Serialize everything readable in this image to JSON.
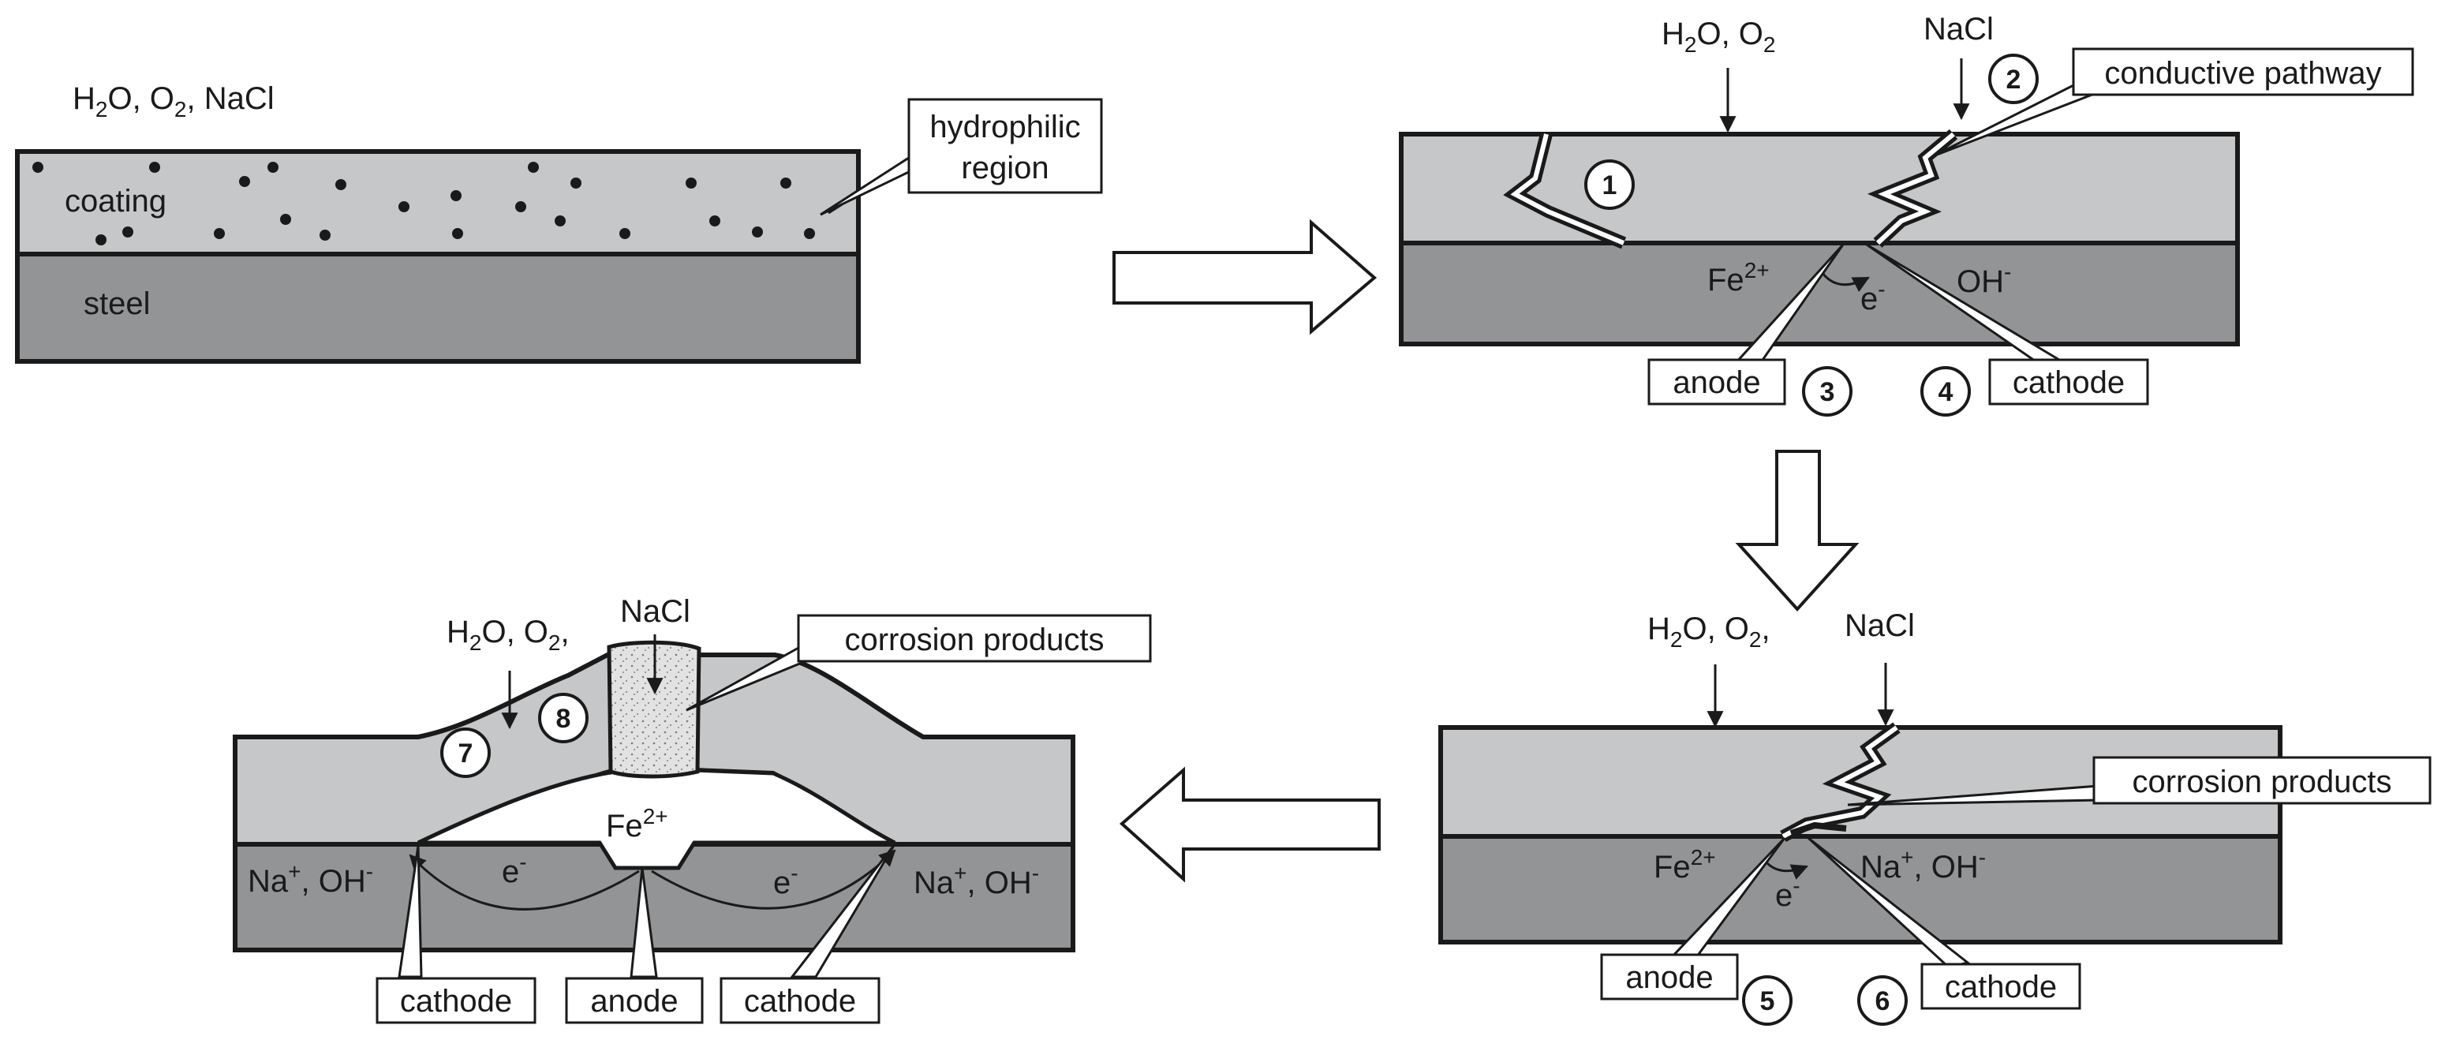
{
  "colors": {
    "coating": "#c5c7c9",
    "steel": "#939496",
    "outline": "#1a1a1a",
    "label_box": "#ffffff"
  },
  "panel1": {
    "env_main": "H",
    "env_sub2": "2",
    "env_mid": "O, O",
    "env_sub2b": "2",
    "env_tail": ", NaCl",
    "coating_label": "coating",
    "steel_label": "steel",
    "callout_line1": "hydrophilic",
    "callout_line2": "region"
  },
  "panel2": {
    "env_h": "H",
    "env_sub": "2",
    "env_mid": "O, O",
    "env_sub2": "2",
    "salt": "NaCl",
    "conductive_label": "conductive pathway",
    "fe": "Fe",
    "fe_sup": "2+",
    "electron": "e",
    "electron_sup": "-",
    "oh": "OH",
    "oh_sup": "-",
    "anode_label": "anode",
    "cathode_label": "cathode",
    "step1": "1",
    "step2": "2",
    "step3": "3",
    "step4": "4"
  },
  "panel3": {
    "env_h": "H",
    "env_sub": "2",
    "env_mid": "O, O",
    "env_sub2": "2",
    "env_tail": ",",
    "salt": "NaCl",
    "products_label": "corrosion products",
    "fe": "Fe",
    "fe_sup": "2+",
    "electron": "e",
    "electron_sup": "-",
    "naoh": "Na",
    "naoh_sup1": "+",
    "naoh_mid": ", OH",
    "naoh_sup2": "-",
    "anode_label": "anode",
    "cathode_label": "cathode",
    "step5": "5",
    "step6": "6"
  },
  "panel4": {
    "env_h": "H",
    "env_sub": "2",
    "env_mid": "O, O",
    "env_sub2": "2",
    "env_tail": ",",
    "salt": "NaCl",
    "products_label": "corrosion products",
    "fe": "Fe",
    "fe_sup": "2+",
    "electron": "e",
    "electron_sup": "-",
    "na_left": "Na",
    "na_left_sup1": "+",
    "na_left_mid": ", OH",
    "na_left_sup2": "-",
    "na_right": "Na",
    "na_right_sup1": "+",
    "na_right_mid": ", OH",
    "na_right_sup2": "-",
    "cathode_left": "cathode",
    "anode_label": "anode",
    "cathode_right": "cathode",
    "step7": "7",
    "step8": "8"
  }
}
